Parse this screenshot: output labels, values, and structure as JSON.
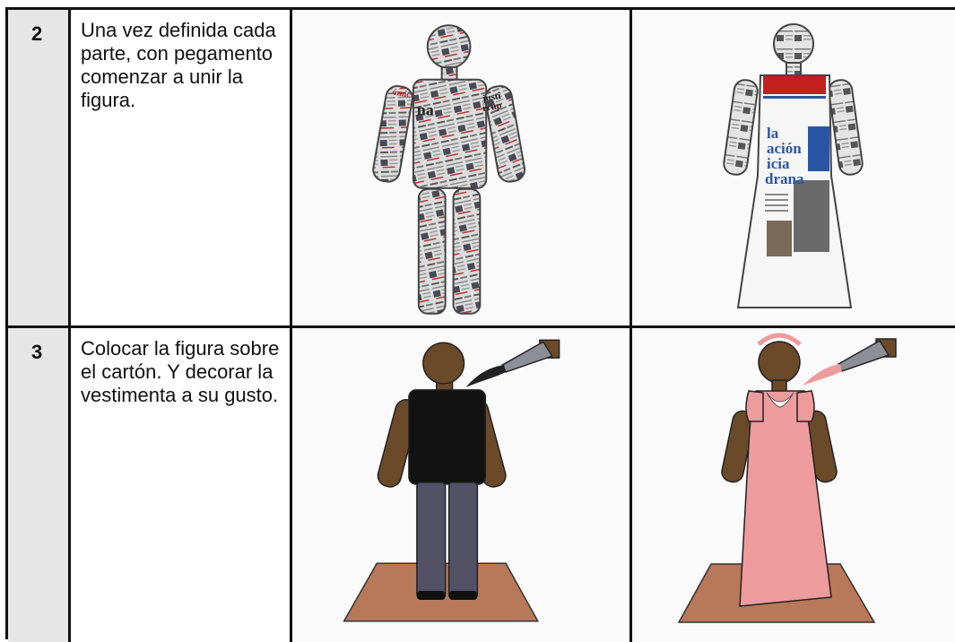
{
  "rows": [
    {
      "number": "2",
      "text": "Una vez definida cada parte, con pegamento comenzar a unir la figura."
    },
    {
      "number": "3",
      "text": "Colocar la figura sobre el cartón. Y decorar la vestimenta a su gusto."
    }
  ],
  "newspaper_fragments": [
    "la",
    "ación",
    "icia",
    "drana",
    "na",
    "justi",
    "rrup",
    "ómic"
  ],
  "colors": {
    "skin": "#6b4a2a",
    "shirt": "#121212",
    "pants": "#535166",
    "dress": "#ee9b9e",
    "cardboard": "#b8785a",
    "brush_tip": "#8c8f98"
  }
}
